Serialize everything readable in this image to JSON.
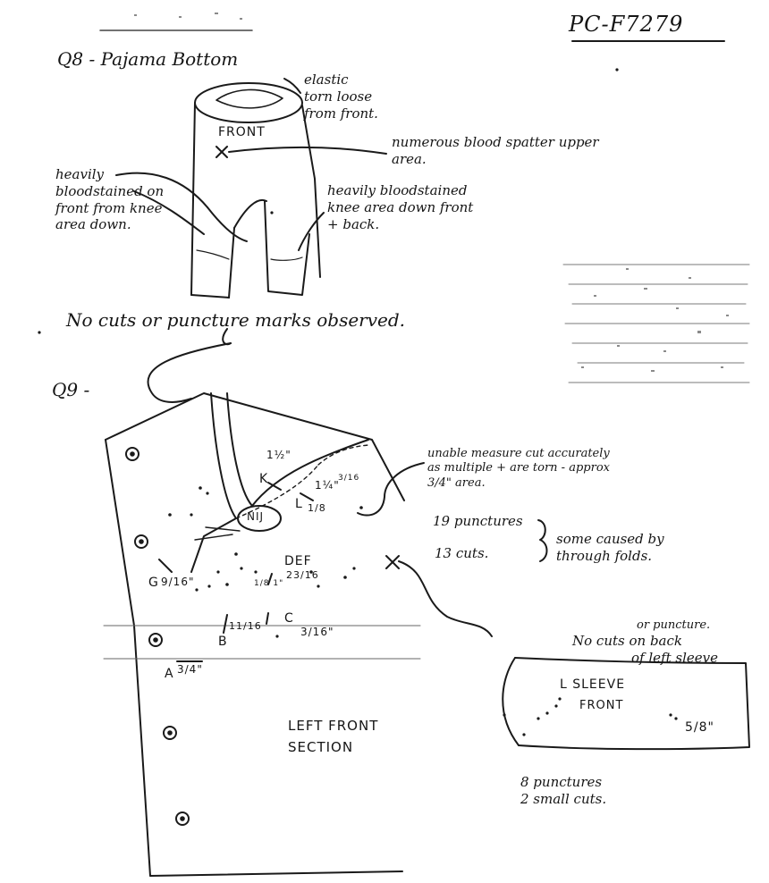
{
  "document": {
    "reference_number": "PC-F7279",
    "q8": {
      "heading": "Q8 - Pajama Bottom",
      "labels": {
        "front": "FRONT"
      },
      "notes": {
        "elastic": [
          "elastic",
          "torn loose",
          "from front."
        ],
        "spatter": [
          "numerous blood spatter upper",
          "area."
        ],
        "left_knee": [
          "heavily",
          "bloodstained on",
          "front from knee",
          "area down."
        ],
        "right_knee": [
          "heavily bloodstained",
          "knee area down front",
          "+ back."
        ]
      },
      "summary": "No cuts or puncture marks observed."
    },
    "q9": {
      "heading": "Q9 -",
      "labels": {
        "section": [
          "LEFT FRONT",
          "SECTION"
        ],
        "k": "K",
        "l": "L",
        "nij": "NIJ",
        "def": "DEF",
        "g": "G",
        "b": "B",
        "c": "C",
        "a": "A",
        "meas_1_half": "1½\"",
        "meas_1_quarter": "1¼\"",
        "meas_1_8": "1/8",
        "meas_3_16_small": "3/16",
        "meas_g": "9/16\"",
        "meas_def": "23/16",
        "meas_def_sub": "1/8 1\"",
        "meas_b": "11/16",
        "meas_c": "3/16\"",
        "meas_a": "3/4\""
      },
      "notes": {
        "unable": [
          "unable measure cut accurately",
          "as multiple + are torn - approx",
          "3/4\" area."
        ],
        "punctures": "19 punctures",
        "cuts": "13 cuts.",
        "brace_note": [
          "some caused by",
          "through folds."
        ],
        "sleeve_note": [
          "or puncture.",
          "No cuts on back",
          "of left sleeve"
        ],
        "sleeve_summary": [
          "8 punctures",
          "2 small cuts."
        ]
      },
      "sleeve": {
        "title": "L SLEEVE",
        "front": "FRONT",
        "meas": "5/8\""
      }
    }
  }
}
